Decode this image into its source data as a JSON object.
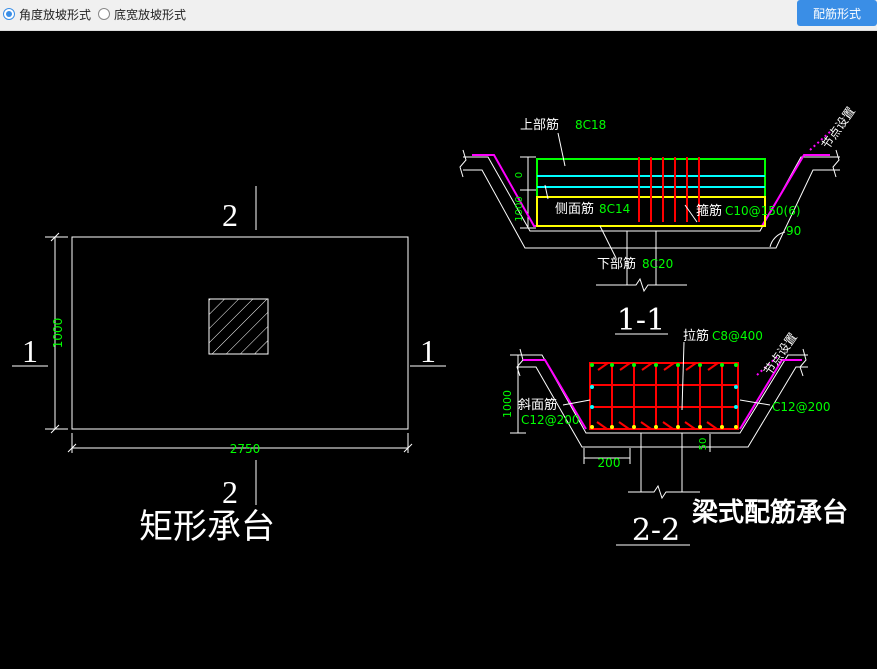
{
  "toolbar": {
    "radio_angle": {
      "label": "角度放坡形式",
      "checked": true
    },
    "radio_width": {
      "label": "底宽放坡形式",
      "checked": false
    },
    "rebar_button": "配筋形式"
  },
  "colors": {
    "background": "#000000",
    "line": "#ffffff",
    "dimension_text": "#00ff00",
    "top_rebar": "#00ff00",
    "side_rebar": "#00ffff",
    "bottom_rebar": "#ffff00",
    "stirrup": "#ff0000",
    "slope": "#ff00ff",
    "accent": "#3a8ee6"
  },
  "plan": {
    "title": "矩形承台",
    "dim_width": "2750",
    "dim_height": "1000",
    "section_1_left": "1",
    "section_1_right": "1",
    "section_2_top": "2",
    "section_2_bottom": "2"
  },
  "section_1": {
    "title": "1-1",
    "top_label": "上部筋",
    "top_value": "8C18",
    "side_label": "侧面筋",
    "side_value": "8C14",
    "stirrup_label": "箍筋",
    "stirrup_value": "C10@150(6)",
    "bottom_label": "下部筋",
    "bottom_value": "8C20",
    "node_label": "节点设置",
    "angle_value": "90",
    "dim_zero": "0",
    "dim_height": "1000"
  },
  "section_2": {
    "title": "2-2",
    "heading": "梁式配筋承台",
    "tie_label": "拉筋",
    "tie_value": "C8@400",
    "slope_label": "斜面筋",
    "slope_value_left": "C12@200",
    "slope_value_right": "C12@200",
    "node_label": "节点设置",
    "dim_height": "1000",
    "dim_bottom": "200",
    "dim_right": "50"
  }
}
